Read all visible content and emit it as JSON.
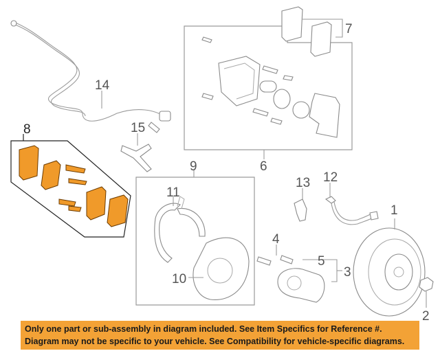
{
  "callouts": {
    "c1": "1",
    "c2": "2",
    "c3": "3",
    "c4": "4",
    "c5": "5",
    "c6": "6",
    "c7": "7",
    "c8": "8",
    "c9": "9",
    "c10": "10",
    "c11": "11",
    "c12": "12",
    "c13": "13",
    "c14": "14",
    "c15": "15"
  },
  "banner": {
    "line1": "Only one part or sub-assembly in diagram included. See Item Specifics for Reference #.",
    "line2": "Diagram may not be specific to your vehicle. See Compatibility for vehicle-specific diagrams."
  },
  "colors": {
    "highlight": "#f09a2a",
    "banner": "#f3a236",
    "line": "#9a9a9a"
  }
}
